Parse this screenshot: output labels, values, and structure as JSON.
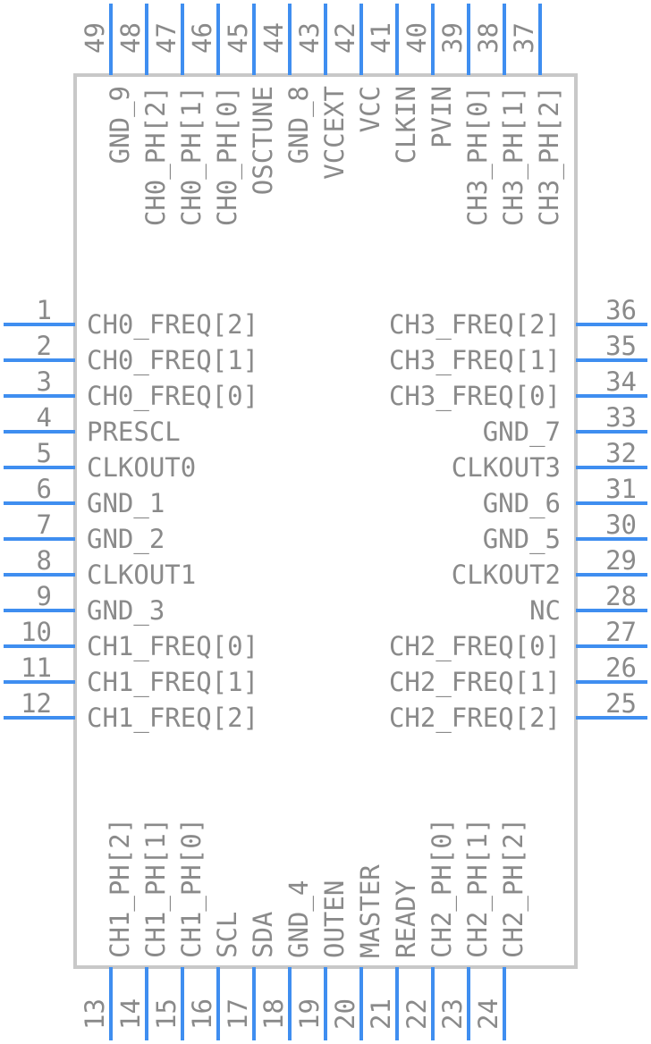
{
  "colors": {
    "pin": "#3f8ef0",
    "body": "#c8c8c8",
    "text": "#8a8a8a"
  },
  "pins": {
    "left": [
      {
        "num": "1",
        "label": "CH0_FREQ[2]"
      },
      {
        "num": "2",
        "label": "CH0_FREQ[1]"
      },
      {
        "num": "3",
        "label": "CH0_FREQ[0]"
      },
      {
        "num": "4",
        "label": "PRESCL"
      },
      {
        "num": "5",
        "label": "CLKOUT0"
      },
      {
        "num": "6",
        "label": "GND_1"
      },
      {
        "num": "7",
        "label": "GND_2"
      },
      {
        "num": "8",
        "label": "CLKOUT1"
      },
      {
        "num": "9",
        "label": "GND_3"
      },
      {
        "num": "10",
        "label": "CH1_FREQ[0]"
      },
      {
        "num": "11",
        "label": "CH1_FREQ[1]"
      },
      {
        "num": "12",
        "label": "CH1_FREQ[2]"
      }
    ],
    "right": [
      {
        "num": "36",
        "label": "CH3_FREQ[2]"
      },
      {
        "num": "35",
        "label": "CH3_FREQ[1]"
      },
      {
        "num": "34",
        "label": "CH3_FREQ[0]"
      },
      {
        "num": "33",
        "label": "GND_7"
      },
      {
        "num": "32",
        "label": "CLKOUT3"
      },
      {
        "num": "31",
        "label": "GND_6"
      },
      {
        "num": "30",
        "label": "GND_5"
      },
      {
        "num": "29",
        "label": "CLKOUT2"
      },
      {
        "num": "28",
        "label": "NC"
      },
      {
        "num": "27",
        "label": "CH2_FREQ[0]"
      },
      {
        "num": "26",
        "label": "CH2_FREQ[1]"
      },
      {
        "num": "25",
        "label": "CH2_FREQ[2]"
      }
    ],
    "top": [
      {
        "num": "49",
        "label": "GND_9"
      },
      {
        "num": "48",
        "label": "CH0_PH[2]"
      },
      {
        "num": "47",
        "label": "CH0_PH[1]"
      },
      {
        "num": "46",
        "label": "CH0_PH[0]"
      },
      {
        "num": "45",
        "label": "OSCTUNE"
      },
      {
        "num": "44",
        "label": "GND_8"
      },
      {
        "num": "43",
        "label": "VCCEXT"
      },
      {
        "num": "42",
        "label": "VCC"
      },
      {
        "num": "41",
        "label": "CLKIN"
      },
      {
        "num": "40",
        "label": "PVIN"
      },
      {
        "num": "39",
        "label": "CH3_PH[0]"
      },
      {
        "num": "38",
        "label": "CH3_PH[1]"
      },
      {
        "num": "37",
        "label": "CH3_PH[2]"
      }
    ],
    "bottom": [
      {
        "num": "13",
        "label": "CH1_PH[2]"
      },
      {
        "num": "14",
        "label": "CH1_PH[1]"
      },
      {
        "num": "15",
        "label": "CH1_PH[0]"
      },
      {
        "num": "16",
        "label": "SCL"
      },
      {
        "num": "17",
        "label": "SDA"
      },
      {
        "num": "18",
        "label": "GND_4"
      },
      {
        "num": "19",
        "label": "OUTEN"
      },
      {
        "num": "20",
        "label": "MASTER"
      },
      {
        "num": "21",
        "label": "READY"
      },
      {
        "num": "22",
        "label": "CH2_PH[0]"
      },
      {
        "num": "23",
        "label": "CH2_PH[1]"
      },
      {
        "num": "24",
        "label": "CH2_PH[2]"
      }
    ]
  }
}
